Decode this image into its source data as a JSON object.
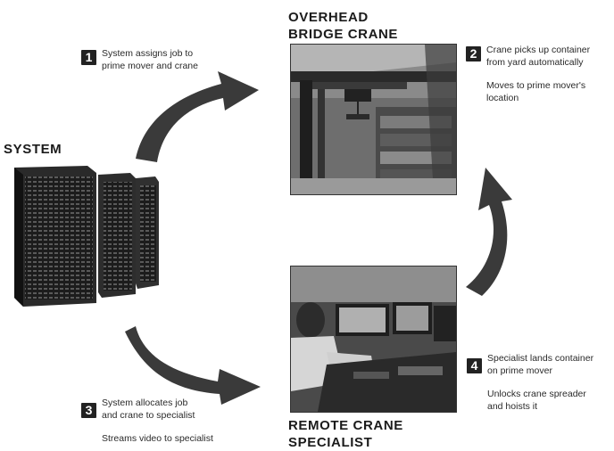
{
  "system": {
    "title": "SYSTEM"
  },
  "overhead_crane": {
    "title_line1": "OVERHEAD",
    "title_line2": "BRIDGE CRANE"
  },
  "remote_specialist": {
    "title_line1": "REMOTE CRANE",
    "title_line2": "SPECIALIST"
  },
  "steps": [
    {
      "number": "1",
      "lines": [
        "System assigns job to",
        "prime mover and crane"
      ]
    },
    {
      "number": "2",
      "lines": [
        "Crane picks up container",
        "from yard automatically"
      ],
      "extra": [
        "Moves to prime mover's",
        "location"
      ]
    },
    {
      "number": "3",
      "lines": [
        "System allocates job",
        "and crane to specialist"
      ],
      "extra": [
        "Streams video to specialist"
      ]
    },
    {
      "number": "4",
      "lines": [
        "Specialist lands container",
        "on prime mover"
      ],
      "extra": [
        "Unlocks crane spreader",
        "and hoists it"
      ]
    }
  ],
  "icons": {
    "server": "server-rack-icon",
    "crane_photo": "overhead-crane-photo",
    "operator_photo": "remote-operator-photo",
    "arrow": "curved-arrow-icon"
  },
  "colors": {
    "arrow": "#3a3a3a",
    "badge": "#222222",
    "text": "#1a1a1a"
  }
}
